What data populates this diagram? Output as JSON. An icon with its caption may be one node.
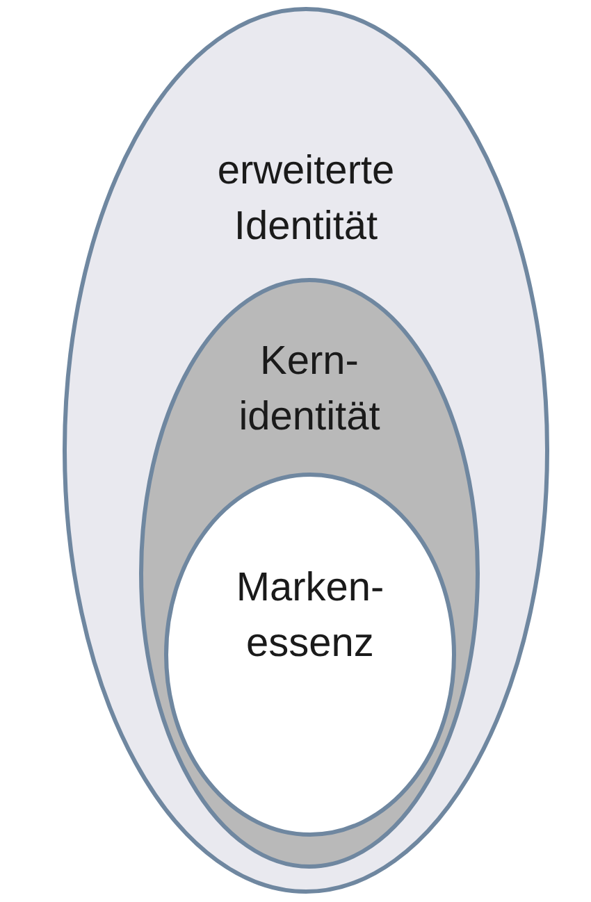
{
  "diagram": {
    "nodes": [
      {
        "text": [
          "erweiterte Identität"
        ]
      },
      {
        "text": [
          "Kern- identität"
        ],
        "in": 0
      },
      {
        "text": [
          "Marken- essenz"
        ],
        "in": 1
      }
    ]
  }
}
